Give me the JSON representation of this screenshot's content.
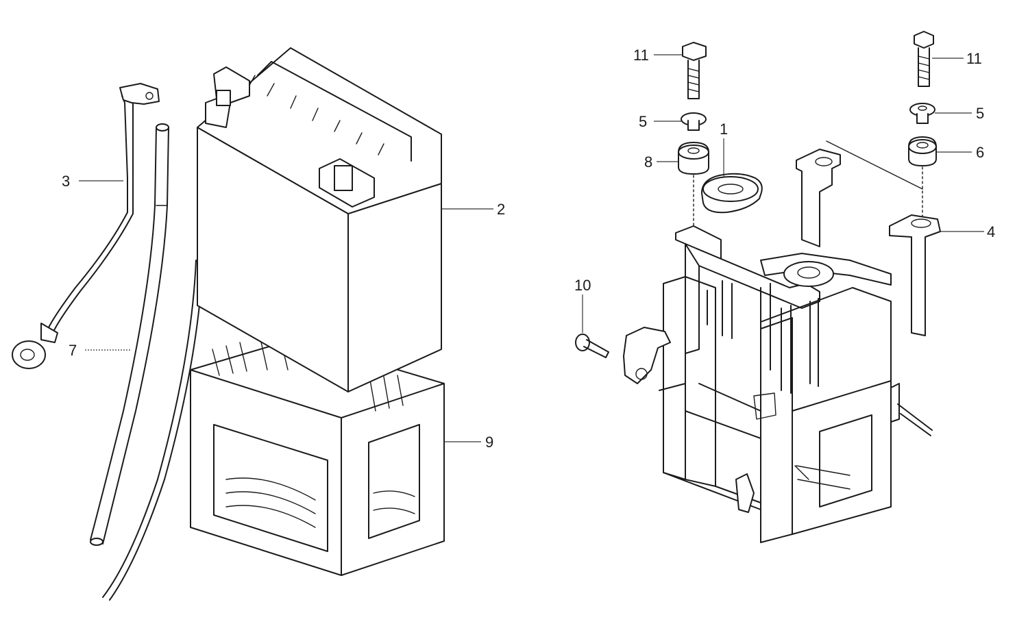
{
  "callouts": {
    "part_1": "1",
    "part_2": "2",
    "part_3": "3",
    "part_4": "4",
    "part_5_left": "5",
    "part_5_right": "5",
    "part_6": "6",
    "part_7": "7",
    "part_8": "8",
    "part_9": "9",
    "part_10": "10",
    "part_11_left": "11",
    "part_11_right": "11"
  },
  "colors": {
    "line": "#1a1a1a",
    "background": "#ffffff"
  }
}
